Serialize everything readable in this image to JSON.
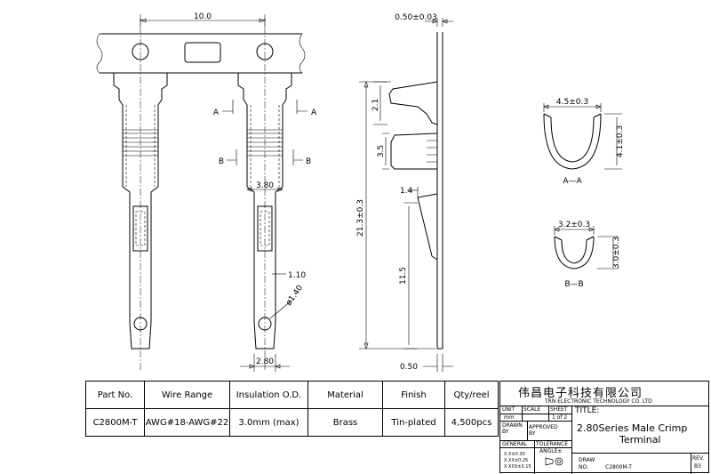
{
  "drawing": {
    "pitch": "10.0",
    "thickness": "0.50±0.03",
    "section_a_label": "A",
    "section_b_label": "B",
    "width_body": "3.80",
    "hole_width": "1.10",
    "hole_dia": "ø1.40",
    "pin_width": "2.80",
    "dim_2_1": "2.1",
    "dim_3_5": "3.5",
    "dim_21_3": "21.3±0.3",
    "dim_1_4": "1.4",
    "dim_11_5": "11.5",
    "dim_0_50": "0.50",
    "aa_width": "4.5±0.3",
    "aa_height": "4.1±0.3",
    "aa_label": "A—A",
    "bb_width": "3.2±0.3",
    "bb_height": "3.0±0.3",
    "bb_label": "B—B"
  },
  "spec_table": {
    "headers": [
      "Part No.",
      "Wire Range",
      "Insulation O.D.",
      "Material",
      "Finish",
      "Qty/reel"
    ],
    "row": [
      "C2800M-T",
      "AWG#18-AWG#22",
      "3.0mm (max)",
      "Brass",
      "Tin-plated",
      "4,500pcs"
    ]
  },
  "title_block": {
    "company_cn": "伟昌电子科技有限公司",
    "company_en": "TRN ELECTRONIC TECHNOLOGY CO. LTD",
    "unit_label": "UNIT",
    "unit_value": "mm",
    "scale_label": "SCALE",
    "sheet_label": "SHEET",
    "sheet_value": "1 of 2",
    "title_label": "TITLE:",
    "drawn_by_label": "DRAWN BY",
    "approved_by_label": "APPROVED BY",
    "title_value_1": "2.80Series Male Crimp",
    "title_value_2": "Terminal",
    "general_label": "GENERAL",
    "tolerance_label": "TOLERANCE",
    "tol_1": "X.X±0.30",
    "tol_2": "X.XX±0.25",
    "tol_3": "X.XXX±0.15",
    "angle_label": "ANGLE±",
    "draw_no_label": "DRAW NO.",
    "draw_no_value": "C2800M-T",
    "rev_label": "REV.",
    "rev_value": "B3"
  }
}
